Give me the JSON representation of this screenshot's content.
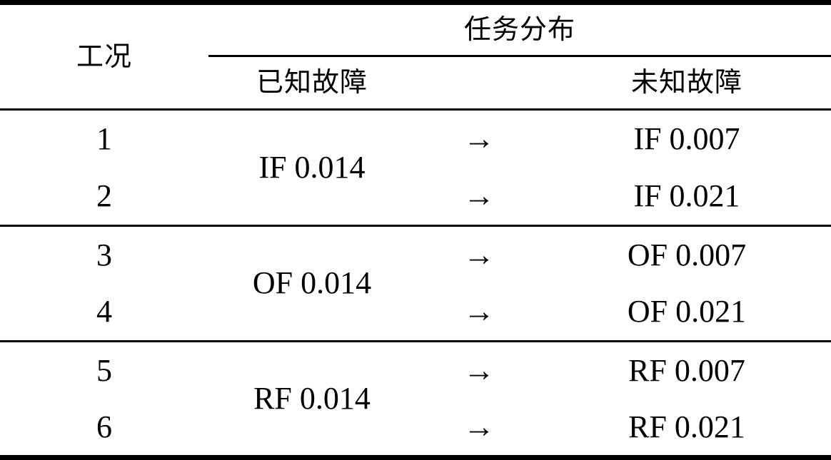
{
  "table": {
    "headers": {
      "condition": "工况",
      "task_distribution": "任务分布",
      "known_fault": "已知故障",
      "unknown_fault": "未知故障"
    },
    "arrow": "→",
    "groups": [
      {
        "known_fault": "IF 0.014",
        "rows": [
          {
            "condition": "1",
            "unknown_fault": "IF 0.007"
          },
          {
            "condition": "2",
            "unknown_fault": "IF 0.021"
          }
        ]
      },
      {
        "known_fault": "OF 0.014",
        "rows": [
          {
            "condition": "3",
            "unknown_fault": "OF 0.007"
          },
          {
            "condition": "4",
            "unknown_fault": "OF 0.021"
          }
        ]
      },
      {
        "known_fault": "RF 0.014",
        "rows": [
          {
            "condition": "5",
            "unknown_fault": "RF 0.007"
          },
          {
            "condition": "6",
            "unknown_fault": "RF 0.021"
          }
        ]
      }
    ],
    "colors": {
      "text": "#000000",
      "rule": "#000000",
      "background": "#ffffff"
    }
  }
}
